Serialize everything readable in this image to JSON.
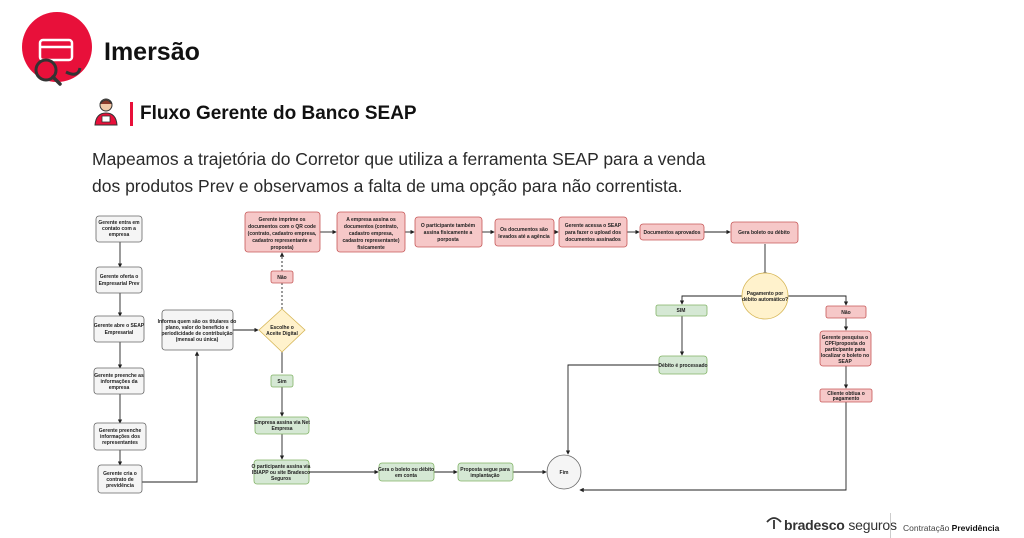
{
  "header": {
    "title": "Imersão"
  },
  "section": {
    "title": "Fluxo Gerente do Banco  SEAP"
  },
  "description": {
    "line1": "Mapeamos a trajetória do Corretor que utiliza a ferramenta SEAP para a venda",
    "line2": "dos produtos Prev e observamos a falta de uma opção para não correntista."
  },
  "colors": {
    "accent": "#e8103a",
    "red_fill": "#f6c8c8",
    "red_stroke": "#c65757",
    "green_fill": "#d5e8d4",
    "green_stroke": "#82b366",
    "gray_fill": "#f5f5f5",
    "gray_stroke": "#666666",
    "yellow_fill": "#fff2cc",
    "yellow_stroke": "#d6b656"
  },
  "icons": {
    "logo": "magnifier-card-icon",
    "persona": "manager-avatar-icon",
    "brand": "bradesco-tree-icon"
  },
  "flow": {
    "nodes": [
      {
        "id": "g1",
        "kind": "gray",
        "lines": [
          "Gerente entra em",
          "contato com a",
          "empresa"
        ]
      },
      {
        "id": "g2",
        "kind": "gray",
        "lines": [
          "Gerente oferta o",
          "Empresarial Prev"
        ]
      },
      {
        "id": "g3",
        "kind": "gray",
        "lines": [
          "Gerente abre o SEAP",
          "Empresarial"
        ]
      },
      {
        "id": "g4",
        "kind": "gray",
        "lines": [
          "Gerente preenche as",
          "informações da",
          "empresa"
        ]
      },
      {
        "id": "g5",
        "kind": "gray",
        "lines": [
          "Gerente preenche",
          "informações dos",
          "representantes"
        ]
      },
      {
        "id": "g6",
        "kind": "gray",
        "lines": [
          "Gerente cria o",
          "contrato de",
          "previdência"
        ]
      },
      {
        "id": "g7",
        "kind": "gray",
        "lines": [
          "Informa quem são os titulares do",
          "plano, valor do benefício e",
          "periodicidade de contribuição",
          "(mensal ou única)"
        ]
      },
      {
        "id": "d1",
        "kind": "diamond-yellow",
        "lines": [
          "Escolhe o",
          "Aceite Digital"
        ]
      },
      {
        "id": "nao1",
        "kind": "red",
        "lines": [
          "Não"
        ]
      },
      {
        "id": "r1",
        "kind": "red",
        "lines": [
          "Gerente imprime os",
          "documentos com o QR code",
          "(contrato, cadastro empresa,",
          "cadastro representante e",
          "proposta)"
        ]
      },
      {
        "id": "r2",
        "kind": "red",
        "lines": [
          "A empresa assina os",
          "documentos (contrato,",
          "cadastro empresa,",
          "cadastro representante)",
          "fisicamente"
        ]
      },
      {
        "id": "r3",
        "kind": "red",
        "lines": [
          "O participante também",
          "assina fisicamente a",
          "porposta"
        ]
      },
      {
        "id": "r4",
        "kind": "red",
        "lines": [
          "Os documentos são",
          "levados até a agência"
        ]
      },
      {
        "id": "r5",
        "kind": "red",
        "lines": [
          "Gerente acessa o SEAP",
          "para fazer o upload dos",
          "documentos assinados"
        ]
      },
      {
        "id": "r6",
        "kind": "red",
        "lines": [
          "Documentos aprovados"
        ]
      },
      {
        "id": "r7",
        "kind": "red",
        "lines": [
          "Gera boleto ou débito"
        ]
      },
      {
        "id": "d2",
        "kind": "circle-yellow",
        "lines": [
          "Pagamento por",
          "débito automático?"
        ]
      },
      {
        "id": "sim2",
        "kind": "green",
        "lines": [
          "SIM"
        ]
      },
      {
        "id": "gr5",
        "kind": "green",
        "lines": [
          "Débito é processado"
        ]
      },
      {
        "id": "nao2",
        "kind": "red",
        "lines": [
          "Não"
        ]
      },
      {
        "id": "r8",
        "kind": "red",
        "lines": [
          "Gerente pesquisa o",
          "CPF/proposta do",
          "participante para",
          "localizar o boleto no",
          "SEAP"
        ]
      },
      {
        "id": "r9",
        "kind": "red",
        "lines": [
          "Cliente obtiua o",
          "pagamento"
        ]
      },
      {
        "id": "sim1",
        "kind": "green",
        "lines": [
          "Sim"
        ]
      },
      {
        "id": "gr1",
        "kind": "green",
        "lines": [
          "Empresa assina via Net",
          "Empresa"
        ]
      },
      {
        "id": "gr2",
        "kind": "green",
        "lines": [
          "O participante assina via",
          "IBIAPP ou site Bradesco",
          "Seguros"
        ]
      },
      {
        "id": "gr3",
        "kind": "green",
        "lines": [
          "Gera o boleto ou débito",
          "em conta"
        ]
      },
      {
        "id": "gr4",
        "kind": "green",
        "lines": [
          "Proposta segue para",
          "implantação"
        ]
      },
      {
        "id": "fim",
        "kind": "circle-gray",
        "lines": [
          "Fim"
        ]
      }
    ]
  },
  "footer": {
    "brand_bold": "bradesco",
    "brand_light": " seguros",
    "right_prefix": "Contratação ",
    "right_bold": "Previdência"
  }
}
